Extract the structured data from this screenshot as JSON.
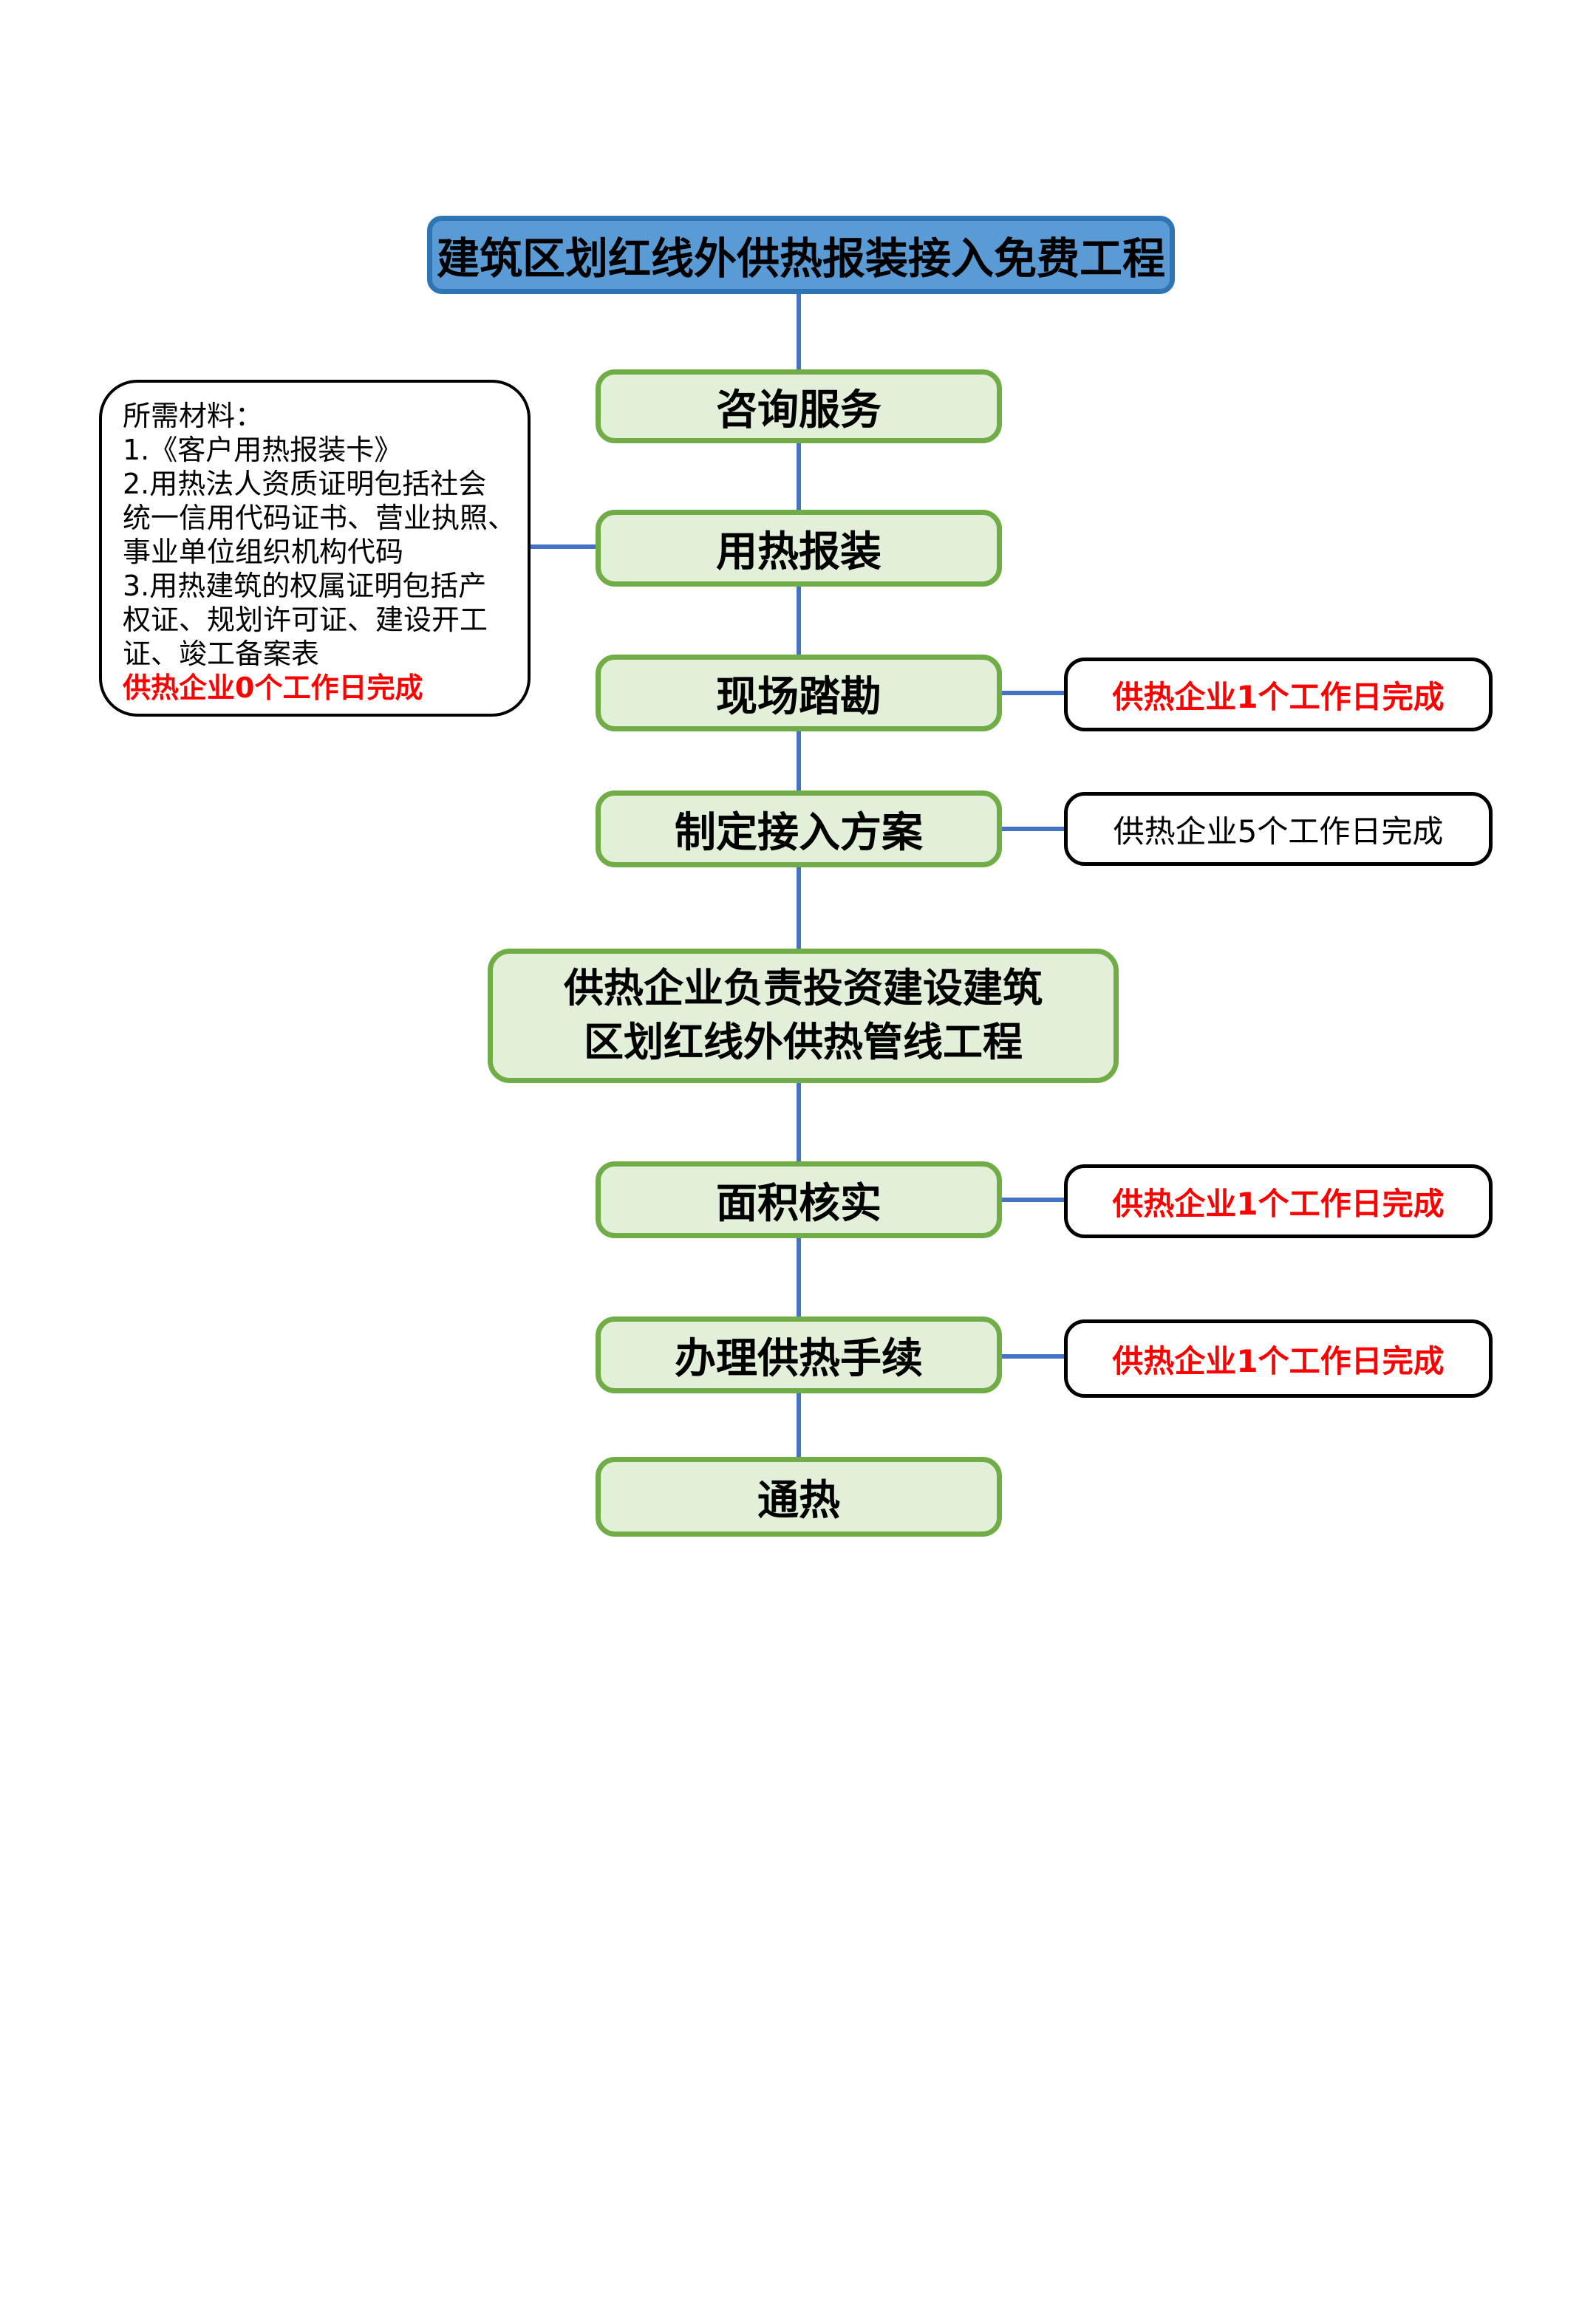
{
  "title": {
    "label": "建筑区划红线外供热报装接入免费工程"
  },
  "colors": {
    "title_fill": "#5b9bd5",
    "title_border": "#2e75b6",
    "step_fill": "#e2efd9",
    "step_border": "#70ad47",
    "side_fill": "#ffffff",
    "side_border": "#000000",
    "connector_blue": "#4472c4",
    "highlight_red": "#ff0000",
    "text_black": "#000000"
  },
  "steps": [
    {
      "label": "咨询服务"
    },
    {
      "label": "用热报装"
    },
    {
      "label": "现场踏勘"
    },
    {
      "label": "制定接入方案"
    },
    {
      "label_line1": "供热企业负责投资建设建筑",
      "label_line2": "区划红线外供热管线工程"
    },
    {
      "label": "面积核实"
    },
    {
      "label": "办理供热手续"
    },
    {
      "label": "通热"
    }
  ],
  "side_notes": [
    {
      "label": "供热企业1个工作日完成",
      "emphasis": "red"
    },
    {
      "label": "供热企业5个工作日完成",
      "emphasis": "black"
    },
    {
      "label": "供热企业1个工作日完成",
      "emphasis": "red"
    },
    {
      "label": "供热企业1个工作日完成",
      "emphasis": "red"
    }
  ],
  "materials_note": {
    "lines": [
      "所需材料：",
      "1.《客户用热报装卡》",
      "2.用热法人资质证明包括社会",
      "统一信用代码证书、营业执照、",
      "事业单位组织机构代码",
      "3.用热建筑的权属证明包括产",
      "权证、规划许可证、建设开工",
      "证、竣工备案表"
    ],
    "highlight": "供热企业0个工作日完成"
  }
}
